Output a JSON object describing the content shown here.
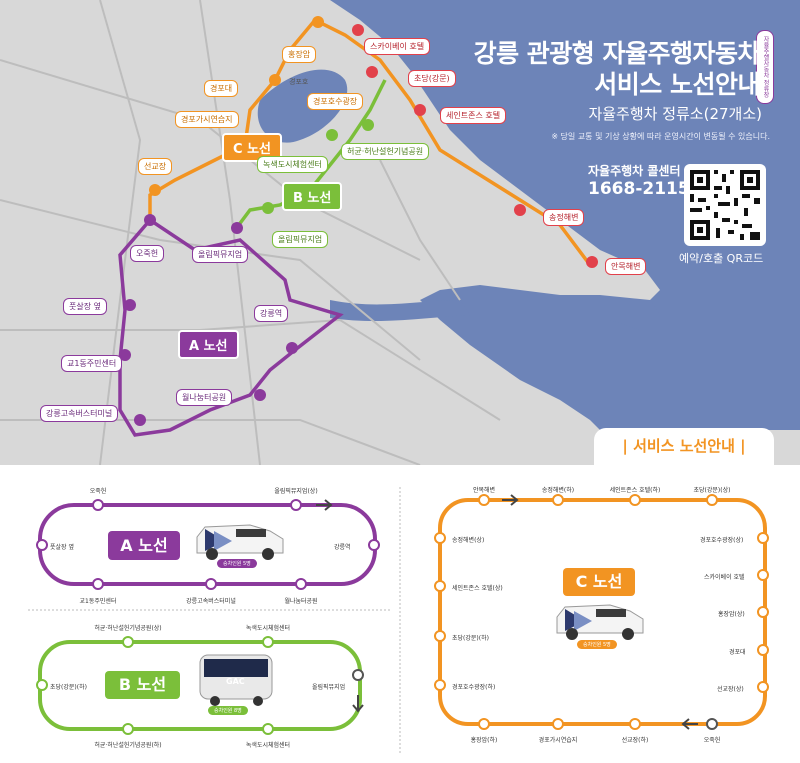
{
  "header": {
    "title_line1": "강릉 관광형 자율주행자동차",
    "title_line2": "서비스 노선안내",
    "subtitle": "자율주행차 정류소(27개소)",
    "note": "※ 당일 교통 및 기상 상황에 따라 운영시간이 변동될 수 있습니다.",
    "side_tag": "자율주행자동차 정류장"
  },
  "call_center": {
    "label": "자율주행차 콜센터",
    "number": "1668-2115"
  },
  "qr": {
    "caption": "예약/호출 QR코드"
  },
  "service_tab": "| 서비스 노선안내 |",
  "colors": {
    "sea": "#6d84b8",
    "land": "#d8d8d8",
    "route_a": "#8b3a9c",
    "route_b": "#7bbf3a",
    "route_c": "#f29422",
    "stop_red": "#e2414b"
  },
  "map": {
    "lake_label": "경포호",
    "badges": {
      "a": "A 노선",
      "b": "B 노선",
      "c": "C 노선"
    },
    "stops_a": [
      "풋살장 옆",
      "교1동주민센터",
      "강릉고속버스터미널",
      "월나눔터공원",
      "강릉역",
      "올림픽뮤지엄",
      "오죽헌"
    ],
    "stops_b": [
      "녹색도시체험센터",
      "허균·허난설헌기념공원",
      "올림픽뮤지엄"
    ],
    "stops_c": [
      "선교장",
      "경포가시연습지",
      "경포대",
      "홍장암",
      "경포호수광장"
    ],
    "stops_d": [
      "스카이베이 호텔",
      "초당(강문)",
      "세인트존스 호텔",
      "송정해변",
      "안목해변"
    ]
  },
  "route_a": {
    "badge": "A 노선",
    "capacity": "승차인원 5명",
    "top": [
      "오죽헌",
      "올림픽뮤지엄(상)"
    ],
    "right": "강릉역",
    "left": "풋살장 옆",
    "bottom": [
      "교1동주민센터",
      "강릉고속버스터미널",
      "월나눔터공원"
    ]
  },
  "route_b": {
    "badge": "B 노선",
    "capacity": "승차인원 8명",
    "bus_logo": "GAC",
    "top": [
      "허균·허난설헌기념공원(상)",
      "녹색도시체험센터"
    ],
    "left": "초당(강문)(하)",
    "right": "올림픽뮤지엄",
    "bottom": [
      "허균·허난설헌기념공원(하)",
      "녹색도시체험센터"
    ]
  },
  "route_c": {
    "badge": "C 노선",
    "capacity": "승차인원 5명",
    "top": [
      "안목해변",
      "송정해변(하)",
      "세인트존스 호텔(하)",
      "초당(강문)(상)"
    ],
    "left": [
      "송정해변(상)",
      "세인트존스 호텔(상)",
      "초당(강문)(하)",
      "경포호수광장(하)"
    ],
    "right": [
      "경포호수광장(상)",
      "스카이베이 호텔",
      "홍장암(상)",
      "경포대",
      "선교장(상)"
    ],
    "bottom": [
      "홍장암(하)",
      "경포가시연습지",
      "선교장(하)",
      "오죽헌"
    ]
  }
}
